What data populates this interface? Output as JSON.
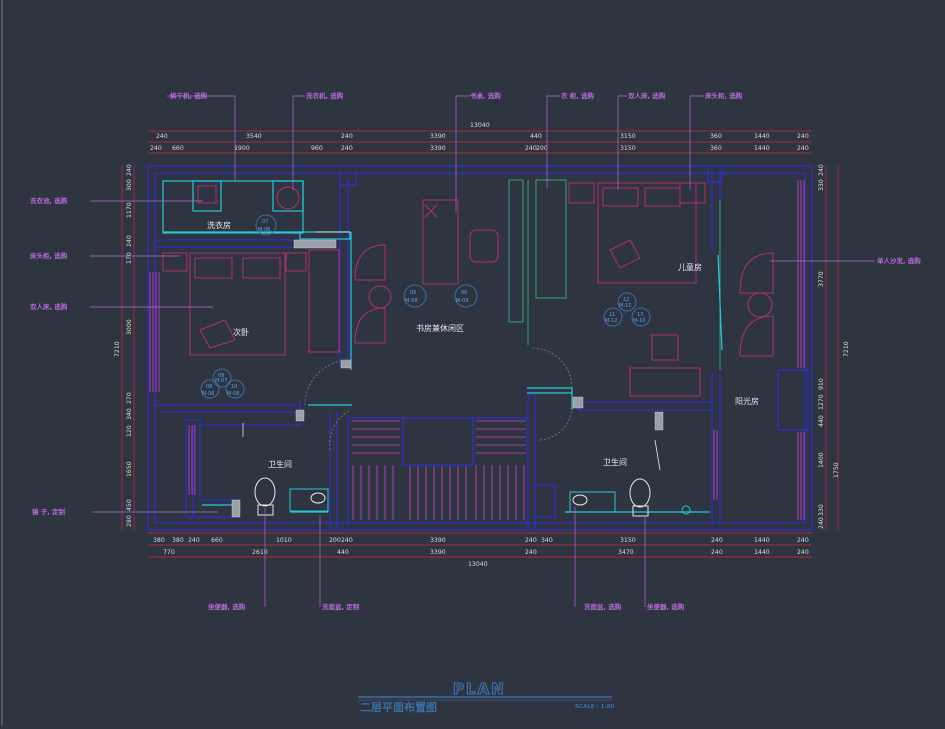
{
  "drawing": {
    "plan_title": "PLAN",
    "title_cn": "二层平面布置图",
    "scale": "SCALE : 1:80"
  },
  "dimensions": {
    "top_total": "13040",
    "top_row1": [
      "240",
      "3540",
      "240",
      "3390",
      "440",
      "3150",
      "360",
      "1440",
      "240"
    ],
    "top_row2": [
      "240",
      "660",
      "1900",
      "960",
      "240",
      "3390",
      "240",
      "200",
      "3150",
      "360",
      "1440",
      "240"
    ],
    "bottom_row1": [
      "380",
      "380",
      "240",
      "660",
      "1010",
      "200",
      "240",
      "3390",
      "240",
      "340",
      "3150",
      "240",
      "1440",
      "240"
    ],
    "bottom_row2": [
      "770",
      "2610",
      "440",
      "3390",
      "240",
      "3470",
      "240",
      "1440",
      "240"
    ],
    "bottom_total": "13040",
    "left_col": [
      "240",
      "300",
      "1170",
      "240",
      "170",
      "3000",
      "270",
      "340",
      "120",
      "1650",
      "450",
      "280"
    ],
    "left_total": "7210",
    "right_col": [
      "240",
      "330",
      "3770",
      "910",
      "1270",
      "440",
      "1400",
      "1750",
      "330",
      "240"
    ],
    "right_total": "7210"
  },
  "callouts": {
    "top": [
      "烘干机, 选购",
      "洗衣机, 选购",
      "书桌, 选购",
      "衣  柜, 选购",
      "双人床, 选购",
      "床头柜, 选购"
    ],
    "left": [
      "洗衣池, 选购",
      "床头柜, 选购",
      "双人床, 选购",
      "镜    子, 定制"
    ],
    "right": [
      "单人沙发, 选购"
    ],
    "bottom": [
      "坐便器, 选购",
      "洗面盆, 定制",
      "洗面盆, 选购",
      "坐便器, 选购"
    ]
  },
  "rooms": {
    "laundry": "洗衣房",
    "bedroom": "次卧",
    "study": "书房兼休闲区",
    "kids": "儿童房",
    "sunroom": "阳光房",
    "bath1": "卫生间",
    "bath2": "卫生间"
  },
  "tags": {
    "laundry_tag": [
      "07",
      "M-06"
    ],
    "bedroom_tags": [
      "09",
      "08",
      "10",
      "M-06",
      "M-07",
      "M-08"
    ],
    "study_tags": [
      "05",
      "06",
      "M-08",
      "M-09"
    ],
    "kids_tags": [
      "12",
      "11",
      "13",
      "M-11",
      "M-12",
      "M-10"
    ]
  },
  "colors": {
    "background": "#2e3440",
    "wall": "#2f2fd0",
    "wall_inner": "#4a4ae0",
    "furniture": "#b0306a",
    "fixture": "#25c8d8",
    "dim_line": "#c83030",
    "callout": "#b56ad6",
    "glass": "#30a870",
    "hatch": "#d040d0",
    "tag": "#3b6ea5",
    "door": "#e8e8e8"
  }
}
